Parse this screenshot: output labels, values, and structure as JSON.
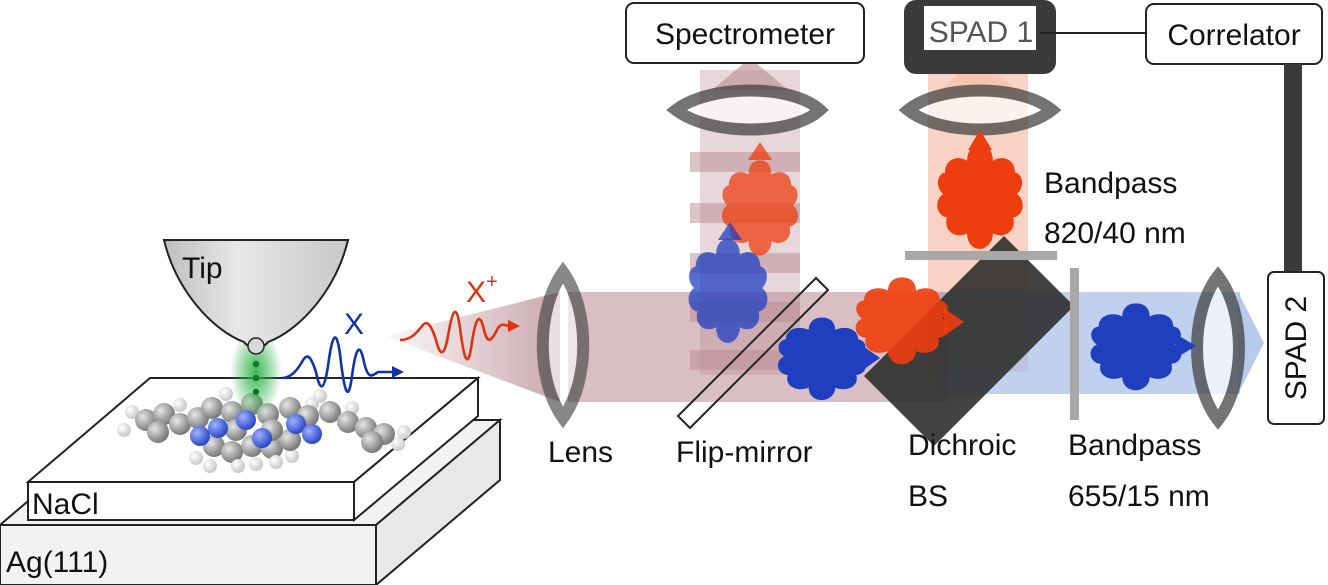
{
  "labels": {
    "tip": "Tip",
    "nacl": "NaCl",
    "ag": "Ag(111)",
    "exciton": "X",
    "trion": "X",
    "trion_charge": "+",
    "lens": "Lens",
    "flip_mirror": "Flip-mirror",
    "dichroic_line1": "Dichroic",
    "dichroic_line2": "BS",
    "bandpass_red_line1": "Bandpass",
    "bandpass_red_line2": "820/40 nm",
    "bandpass_blue_line1": "Bandpass",
    "bandpass_blue_line2": "655/15 nm",
    "spectrometer": "Spectrometer",
    "spad1": "SPAD 1",
    "spad2": "SPAD 2",
    "correlator": "Correlator"
  },
  "colors": {
    "beam_mauve": "#b98a94",
    "beam_blue": "#a9c1e8",
    "beam_peach": "#f6c3b0",
    "photon_red": "#ee3d0e",
    "photon_blue": "#1f3fbf",
    "exciton_wave": "#1133aa",
    "trion_wave": "#dd3311",
    "tip_green": "#2fb34a",
    "optic_dark": "#3a3a3a",
    "filter_gray": "#a8a8a8"
  }
}
